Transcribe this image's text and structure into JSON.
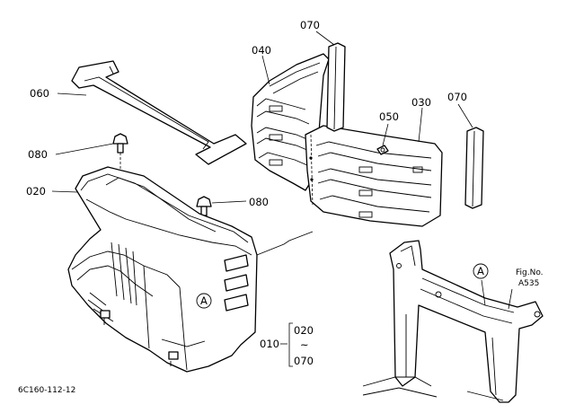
{
  "callouts": {
    "c060": "060",
    "c080a": "080",
    "c020": "020",
    "c080b": "080",
    "c040": "040",
    "c070a": "070",
    "c050": "050",
    "c030": "030",
    "c070b": "070"
  },
  "markers": {
    "a1": "A",
    "a2": "A"
  },
  "assembly": {
    "main": "010",
    "from": "020",
    "tilde": "~",
    "to": "070"
  },
  "figref": {
    "line1": "Fig.No.",
    "line2": "A535"
  },
  "drawing_number": "6C160-112-12"
}
